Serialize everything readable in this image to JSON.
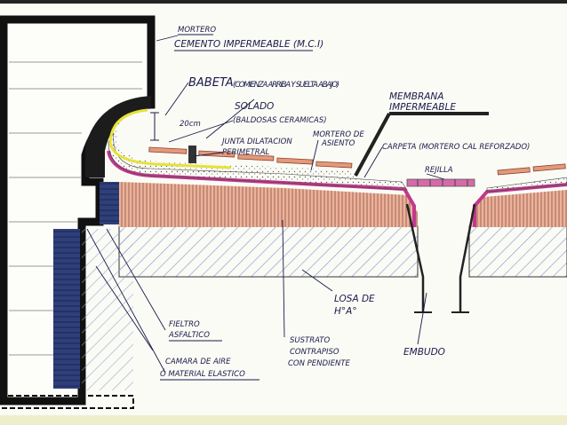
{
  "labels": {
    "mortero": "MORTERO",
    "cemento": "CEMENTO IMPERMEABLE (M.C.I)",
    "babeta": "BABETA",
    "babeta_note": "(COMIENZA ARRIBA Y SUELTA ABAJO)",
    "membrana_1": "MEMBRANA",
    "membrana_2": "IMPERMEABLE",
    "solado": "SOLADO",
    "baldosas": "(BALDOSAS CERAMICAS)",
    "dim": "20cm",
    "junta_1": "JUNTA DILATACION",
    "junta_2": "PERIMETRAL",
    "mortero_asiento_1": "MORTERO DE",
    "mortero_asiento_2": "ASIENTO",
    "carpeta": "CARPETA (MORTERO CAL REFORZADO)",
    "rejilla": "REJILLA",
    "losa_1": "LOSA DE",
    "losa_2": "H°A°",
    "fieltro_1": "FIELTRO",
    "fieltro_2": "ASFALTICO",
    "camara_1": "CAMARA DE AIRE",
    "camara_2": "Ó MATERIAL ELASTICO",
    "sustrato_1": "SUSTRATO",
    "sustrato_2": "CONTRAPISO",
    "sustrato_3": "CON PENDIENTE",
    "embudo": "EMBUDO"
  },
  "colors": {
    "ink": "#1a1a4a",
    "wall": "#111111",
    "hatch_blue": "#7a8fc0",
    "contrapiso": "#e9a98e",
    "membrane": "#c03a8c",
    "babeta_yellow": "#e6e23a",
    "ceramic": "#d9846a"
  }
}
